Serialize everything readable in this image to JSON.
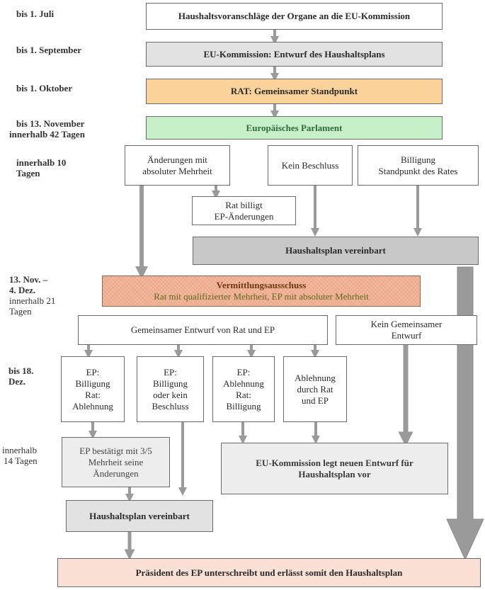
{
  "labels": {
    "l1": "bis 1. Juli",
    "l2": "bis 1. September",
    "l3": "bis 1. Oktober",
    "l4a": "bis 13. November",
    "l4b": "innerhalb 42 Tagen",
    "l5a": "innerhalb 10",
    "l5b": "Tagen",
    "l6a": "13. Nov. –",
    "l6b": "4. Dez.",
    "l6c": "innerhalb 21",
    "l6d": "Tagen",
    "l7a": "bis 18.",
    "l7b": "Dez.",
    "l8a": "innerhalb",
    "l8b": "14 Tagen"
  },
  "boxes": {
    "organe": "Haushaltsvoranschläge der Organe an die EU-Kommission",
    "kommission_entwurf": "EU-Kommission: Entwurf des Haushaltsplans",
    "rat_standpunkt": "RAT: Gemeinsamer Standpunkt",
    "parlament": "Europäisches Parlament",
    "aenderungen_1": "Änderungen mit",
    "aenderungen_2": "absoluter Mehrheit",
    "kein_beschluss": "Kein Beschluss",
    "billigung_1": "Billigung",
    "billigung_2": "Standpunkt des Rates",
    "rat_billigt_1": "Rat billigt",
    "rat_billigt_2": "EP-Änderungen",
    "haushaltsplan_vereinbart_top": "Haushaltsplan vereinbart",
    "vermittlung_1": "Vermittlungsausschuss",
    "vermittlung_2": "Rat mit qualifizierter Mehrheit, EP mit absoluter Mehrheit",
    "gemeinsamer_entwurf": "Gemeinsamer Entwurf von Rat und EP",
    "kein_gemeinsamer_1": "Kein Gemeinsamer",
    "kein_gemeinsamer_2": "Entwurf",
    "ep_billigung_1": "EP:",
    "ep_billigung_2": "Billigung",
    "ep_billigung_3": "Rat:",
    "ep_billigung_4": "Ablehnung",
    "ep_billigung_oder_1": "EP:",
    "ep_billigung_oder_2": "Billigung",
    "ep_billigung_oder_3": "oder kein",
    "ep_billigung_oder_4": "Beschluss",
    "ep_ablehnung_1": "EP:",
    "ep_ablehnung_2": "Ablehnung",
    "ep_ablehnung_3": "Rat:",
    "ep_ablehnung_4": "Billigung",
    "ablehnung_beide_1": "Ablehnung",
    "ablehnung_beide_2": "durch Rat",
    "ablehnung_beide_3": "und EP",
    "ep_bestaetigt_1": "EP bestätigt mit 3/5",
    "ep_bestaetigt_2": "Mehrheit seine",
    "ep_bestaetigt_3": "Änderungen",
    "neuer_entwurf_1": "EU-Kommission legt neuen Entwurf für",
    "neuer_entwurf_2": "Haushaltsplan vor",
    "haushaltsplan_vereinbart_bottom": "Haushaltsplan vereinbart",
    "praesident": "Präsident des EP unterschreibt und erlässt somit den Haushaltsplan"
  },
  "colors": {
    "arrow": "#9a9a9a",
    "orange": "#fbd39a",
    "green": "#c7f0c8",
    "hatched": "#f3b99e",
    "salmon": "#f9e0d4"
  }
}
